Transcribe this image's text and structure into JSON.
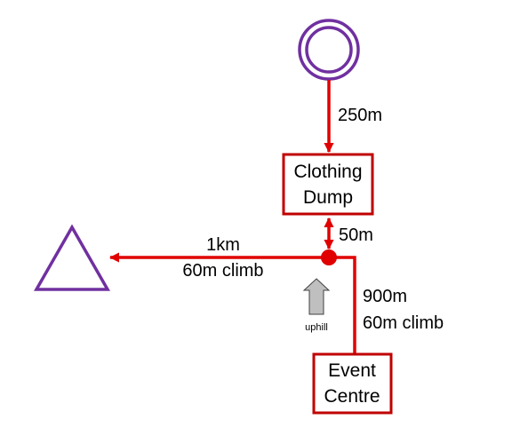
{
  "colors": {
    "route": "#e00000",
    "marker": "#7030a0",
    "arrow_fill": "#bfbfbf",
    "arrow_stroke": "#404040"
  },
  "nodes": {
    "clothing_dump": {
      "line1": "Clothing",
      "line2": "Dump"
    },
    "event_centre": {
      "line1": "Event",
      "line2": "Centre"
    }
  },
  "markers": {
    "top": "double-circle",
    "left": "triangle"
  },
  "segments": {
    "top_to_dump": {
      "distance": "250m"
    },
    "dump_to_junction": {
      "distance": "50m"
    },
    "junction_to_triangle": {
      "distance": "1km",
      "climb": "60m climb"
    },
    "centre_to_junction": {
      "distance": "900m",
      "climb": "60m climb"
    }
  },
  "uphill": {
    "label": "uphill",
    "icon": "up-arrow"
  }
}
